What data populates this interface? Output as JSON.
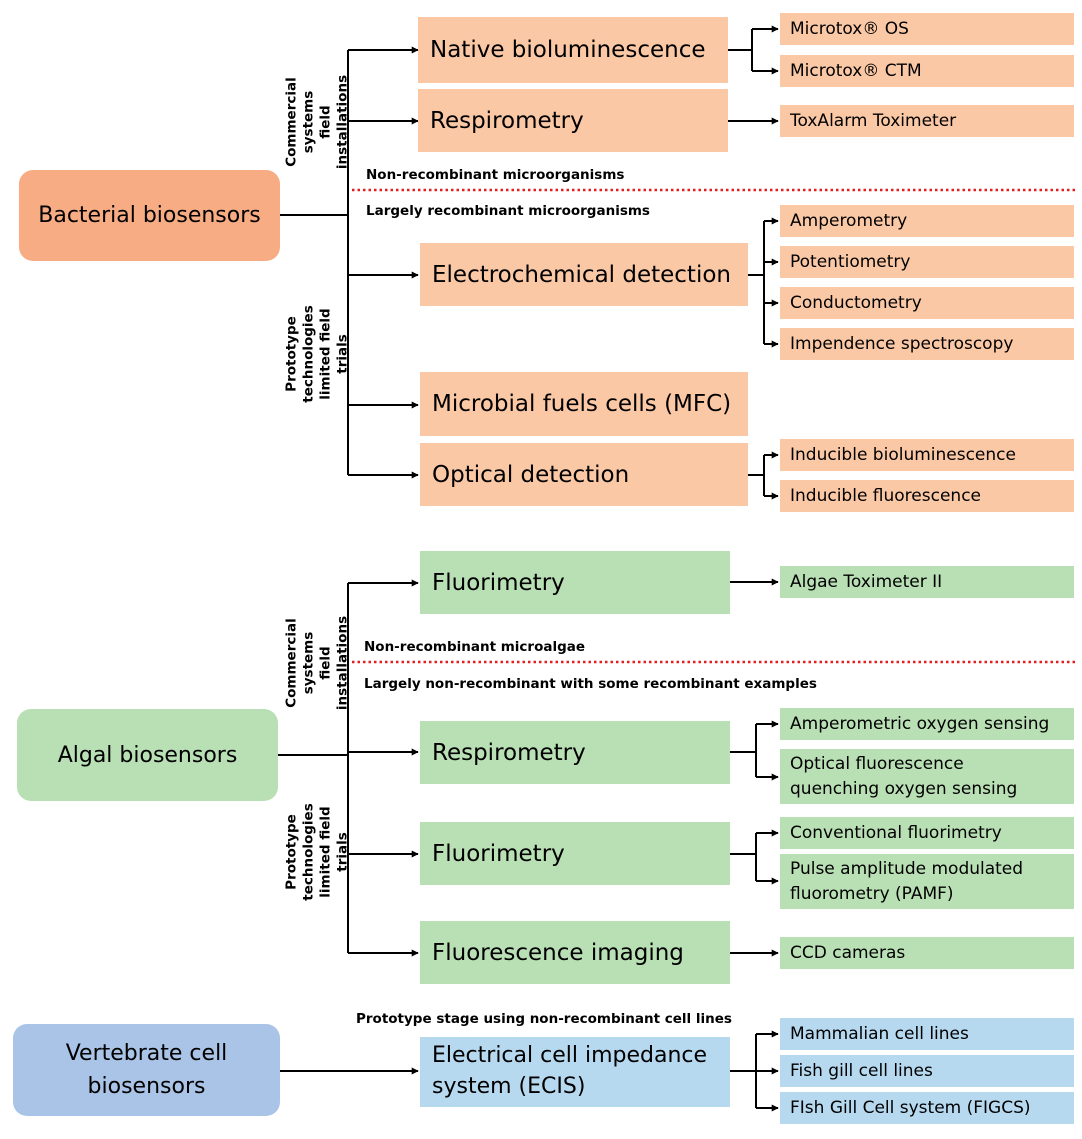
{
  "colors": {
    "bacterial_main": "#f8ac84",
    "bacterial_box": "#fbc8a6",
    "algal_box": "#b9dfb4",
    "vertebrate_main": "#a9c4e6",
    "vertebrate_box": "#b6d9f0",
    "divider": "#e02020"
  },
  "bacterial": {
    "title": "Bacterial biosensors",
    "commercial_label": "Commercial systems\nfield installations",
    "prototype_label": "Prototype technologies\nlimited field trials",
    "divider_above": "Non-recombinant microorganisms",
    "divider_below": "Largely recombinant microorganisms",
    "methods": [
      {
        "label": "Native bioluminescence",
        "examples": [
          "Microtox® OS",
          "Microtox® CTM"
        ]
      },
      {
        "label": "Respirometry",
        "examples": [
          "ToxAlarm Toximeter"
        ]
      },
      {
        "label": "Electrochemical detection",
        "examples": [
          "Amperometry",
          "Potentiometry",
          "Conductometry",
          "Impendence spectroscopy"
        ]
      },
      {
        "label": "Microbial fuels cells (MFC)",
        "examples": []
      },
      {
        "label": "Optical detection",
        "examples": [
          "Inducible bioluminescence",
          "Inducible fluorescence"
        ]
      }
    ]
  },
  "algal": {
    "title": "Algal biosensors",
    "commercial_label": "Commercial systems\nfield installations",
    "prototype_label": "Prototype technologies\nlimited field trials",
    "divider_above": "Non-recombinant microalgae",
    "divider_below": "Largely non-recombinant with some recombinant examples",
    "methods": [
      {
        "label": "Fluorimetry",
        "examples": [
          "Algae Toximeter II"
        ]
      },
      {
        "label": "Respirometry",
        "examples": [
          "Amperometric oxygen sensing",
          "Optical fluorescence\nquenching oxygen sensing"
        ]
      },
      {
        "label": "Fluorimetry",
        "examples": [
          "Conventional fluorimetry",
          "Pulse amplitude modulated\nfluorometry (PAMF)"
        ]
      },
      {
        "label": "Fluorescence imaging",
        "examples": [
          "CCD cameras"
        ]
      }
    ]
  },
  "vertebrate": {
    "title": "Vertebrate cell\nbiosensors",
    "stage_note": "Prototype stage using non-recombinant cell lines",
    "methods": [
      {
        "label": "Electrical cell impedance\nsystem (ECIS)",
        "examples": [
          "Mammalian cell lines",
          "Fish gill cell lines",
          "FIsh Gill Cell system (FIGCS)"
        ]
      }
    ]
  }
}
